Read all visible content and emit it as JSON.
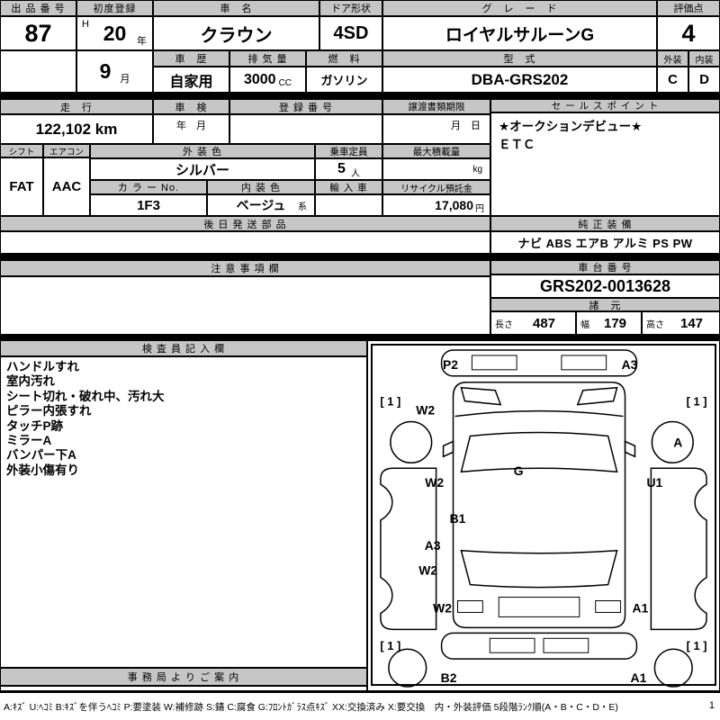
{
  "top": {
    "lot_label": "出 品 番 号",
    "lot_value": "87",
    "first_reg_label": "初度登録",
    "era": "H",
    "reg_year": "20",
    "year_unit": "年",
    "reg_month": "9",
    "month_unit": "月",
    "car_name_label": "車　名",
    "car_name_value": "クラウン",
    "door_label": "ドア形状",
    "door_value": "4SD",
    "grade_label": "グ　レ　ー　ド",
    "grade_value": "ロイヤルサルーンG",
    "score_label": "評価点",
    "score_value": "4",
    "history_label": "車　歴",
    "history_value": "自家用",
    "displacement_label": "排 気 量",
    "displacement_value": "3000",
    "displacement_unit": "CC",
    "fuel_label": "燃　料",
    "fuel_value": "ガソリン",
    "model_label": "型　式",
    "model_value": "DBA-GRS202",
    "exterior_label": "外装",
    "exterior_value": "C",
    "interior_label": "内装",
    "interior_value": "D"
  },
  "mid": {
    "mileage_label": "走　行",
    "mileage_value": "122,102 km",
    "shaken_label": "車　検",
    "shaken_value": "年　月",
    "registration_label": "登 録 番 号",
    "transfer_label": "譲渡書類期限",
    "transfer_value": "月　日",
    "sales_label": "セ ー ル ス ポ イ ン ト",
    "sales_line1": "★オークションデビュー★",
    "sales_line2": "ＥＴＣ",
    "shift_label": "シフト",
    "shift_value": "FAT",
    "aircon_label": "エアコン",
    "aircon_value": "AAC",
    "ext_color_label": "外 装 色",
    "ext_color_value": "シルバー",
    "capacity_label": "乗車定員",
    "capacity_value": "5",
    "capacity_unit": "人",
    "max_load_label": "最大積載量",
    "max_load_unit": "kg",
    "color_no_label": "カ ラ ー No.",
    "color_no_value": "1F3",
    "int_color_label": "内 装 色",
    "int_color_value": "ベージュ",
    "int_color_suffix": "系",
    "import_label": "輸 入 車",
    "recycle_label": "リサイクル預託金",
    "recycle_value": "17,080",
    "recycle_unit": "円",
    "later_parts_label": "後 日 発 送 部 品",
    "equipment_label": "純 正 装 備",
    "equipment_value": "ナビ ABS エアB アルミ PS PW"
  },
  "caution": {
    "label": "注 意 事 項 欄",
    "chassis_label": "車 台 番 号",
    "chassis_value": "GRS202-0013628",
    "specs_label": "諸　元",
    "length_label": "長さ",
    "length_value": "487",
    "width_label": "幅",
    "width_value": "179",
    "height_label": "高さ",
    "height_value": "147"
  },
  "inspection": {
    "title": "検 査 員 記 入 欄",
    "lines": [
      "ハンドルすれ",
      "室内汚れ",
      "シート切れ・破れ中、汚れ大",
      "ピラー内張すれ",
      "タッチP跡",
      "ミラーA",
      "バンパー下A",
      "外装小傷有り"
    ],
    "office_label": "事 務 局 よ り ご 案 内"
  },
  "diagram": {
    "labels": {
      "front_bumper": "P2",
      "front_right": "A3",
      "tire_fl": "[ 1 ]",
      "tire_fr": "[ 1 ]",
      "fender_fl": "W2",
      "tire_fr_mark": "A",
      "door_left_front": "W2",
      "windshield": "G",
      "door_right_front": "U1",
      "pillar_left": "B1",
      "door_left_rear_1": "A3",
      "door_left_rear_2": "W2",
      "fender_rl": "W2",
      "fender_rr": "A1",
      "tire_rl": "[ 1 ]",
      "tire_rr": "[ 1 ]",
      "rear_bumper_left": "B2",
      "rear_bumper_right": "A1"
    }
  },
  "footer": {
    "legend": "A:ｷｽﾞ U:ﾍｺﾐ B:ｷｽﾞを伴うﾍｺﾐ P:要塗装 W:補修跡 S:錆 C:腐食 G:ﾌﾛﾝﾄｶﾞﾗｽ点ｷｽﾞ XX:交換済み X:要交換　内・外装評価 5段階ﾗﾝｸ順(A・B・C・D・E)",
    "page": "1"
  }
}
